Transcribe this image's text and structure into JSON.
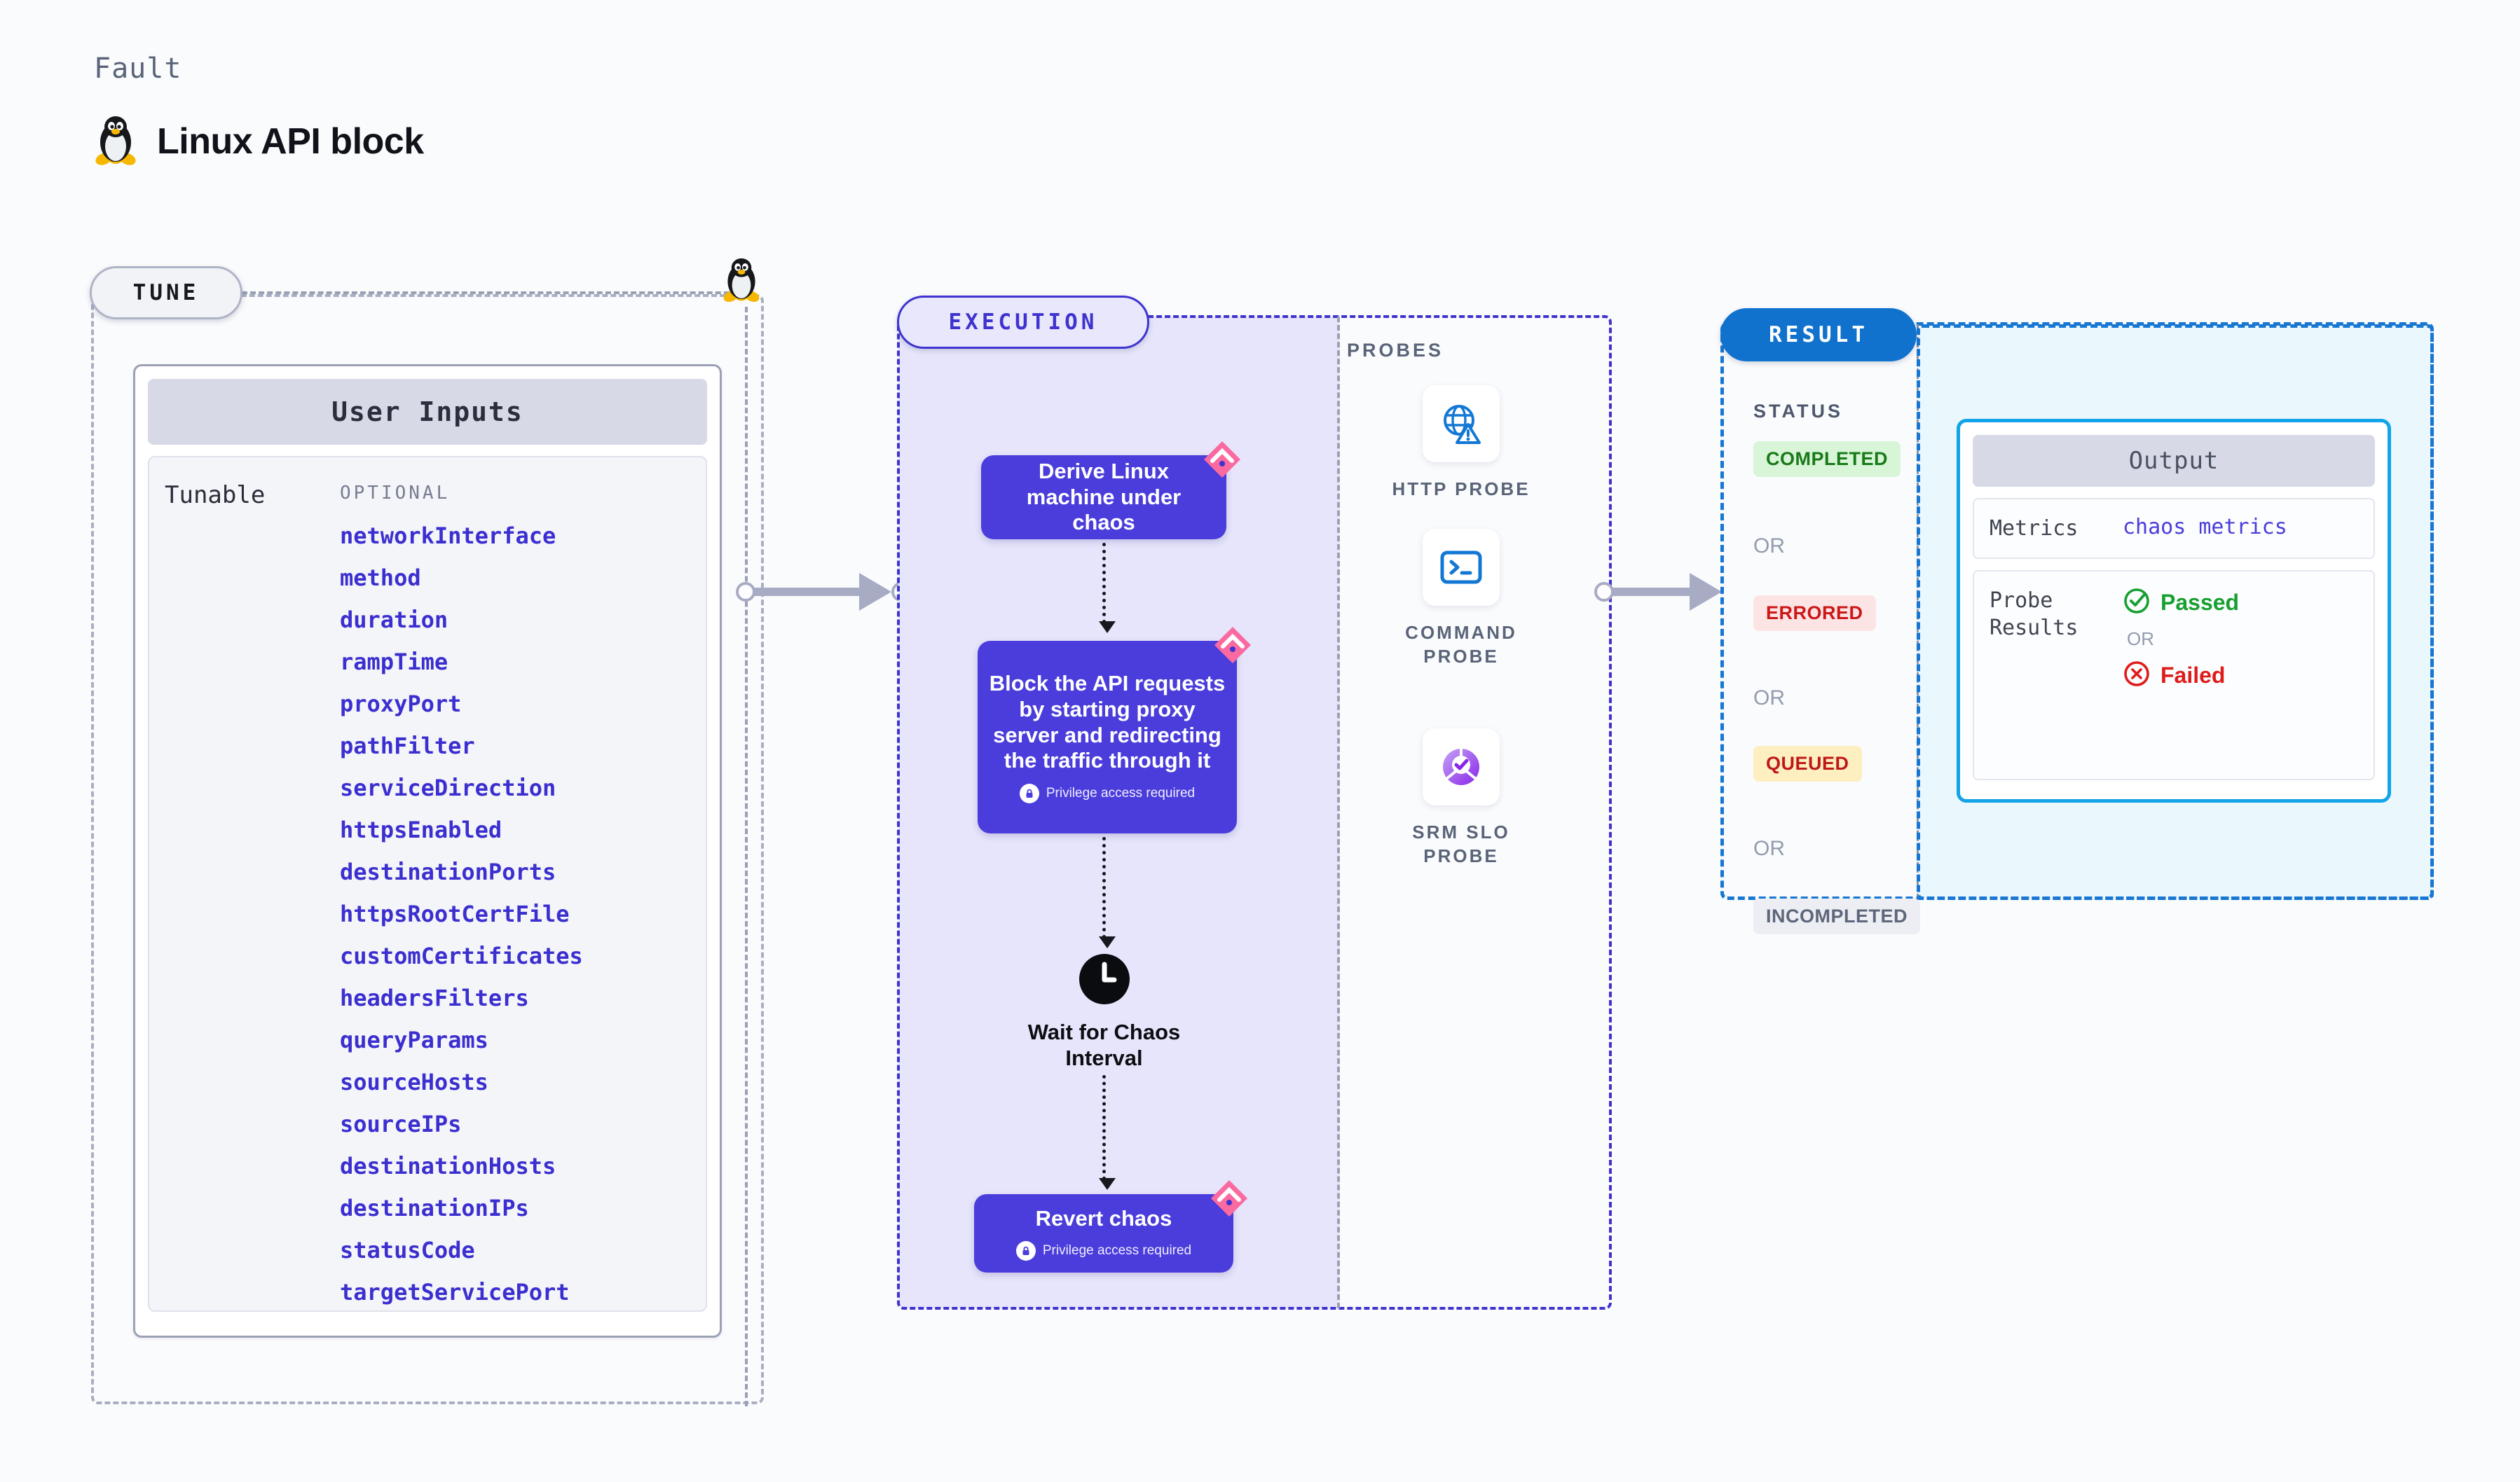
{
  "header": {
    "eyebrow": "Fault",
    "title": "Linux API block",
    "icon": "linux-penguin-icon"
  },
  "tune": {
    "pill_label": "TUNE",
    "marker_icon": "linux-penguin-icon",
    "user_inputs": {
      "card_title": "User Inputs",
      "row_label": "Tunable",
      "group_label": "OPTIONAL",
      "items": [
        "networkInterface",
        "method",
        "duration",
        "rampTime",
        "proxyPort",
        "pathFilter",
        "serviceDirection",
        "httpsEnabled",
        "destinationPorts",
        "httpsRootCertFile",
        "customCertificates",
        "headersFilters",
        "queryParams",
        "sourceHosts",
        "sourceIPs",
        "destinationHosts",
        "destinationIPs",
        "statusCode",
        "targetServicePort"
      ]
    }
  },
  "execution": {
    "pill_label": "EXECUTION",
    "nodes": [
      {
        "title": "Derive Linux machine under chaos",
        "privilege": null,
        "ribbon": true
      },
      {
        "title": "Block the API requests by starting proxy server and redirecting the traffic through it",
        "privilege": "Privilege access required",
        "ribbon": true
      },
      {
        "title": "Wait for Chaos Interval",
        "privilege": null,
        "ribbon": false
      },
      {
        "title": "Revert chaos",
        "privilege": "Privilege access required",
        "ribbon": true
      }
    ],
    "clock_icon": "clock-icon",
    "lock_icon": "lock-icon"
  },
  "probes": {
    "section_label": "PROBES",
    "items": [
      {
        "label": "HTTP PROBE",
        "icon": "globe-warning-icon"
      },
      {
        "label": "COMMAND PROBE",
        "icon": "terminal-icon"
      },
      {
        "label": "SRM SLO PROBE",
        "icon": "slo-donut-check-icon"
      }
    ]
  },
  "result": {
    "pill_label": "RESULT",
    "status_label": "STATUS",
    "or_label": "OR",
    "statuses": [
      {
        "label": "COMPLETED",
        "bg": "#d8f5d8",
        "fg": "#197a19"
      },
      {
        "label": "ERRORED",
        "bg": "#fde4e4",
        "fg": "#cc1717"
      },
      {
        "label": "QUEUED",
        "bg": "#fdefc0",
        "fg": "#c01818"
      },
      {
        "label": "INCOMPLETED",
        "bg": "#eceef4",
        "fg": "#5e667a"
      }
    ],
    "output": {
      "card_title": "Output",
      "metrics_key": "Metrics",
      "metrics_value": "chaos metrics",
      "probe_results_key": "Probe Results",
      "passed_label": "Passed",
      "failed_label": "Failed",
      "or_label": "OR",
      "passed_icon": "check-circle-icon",
      "failed_icon": "x-circle-icon"
    }
  },
  "colors": {
    "accent_purple": "#4a3ddb",
    "accent_blue": "#1072cd",
    "ribbon_pink": "#fa6aa0",
    "cyan_border": "#11a4e8"
  }
}
